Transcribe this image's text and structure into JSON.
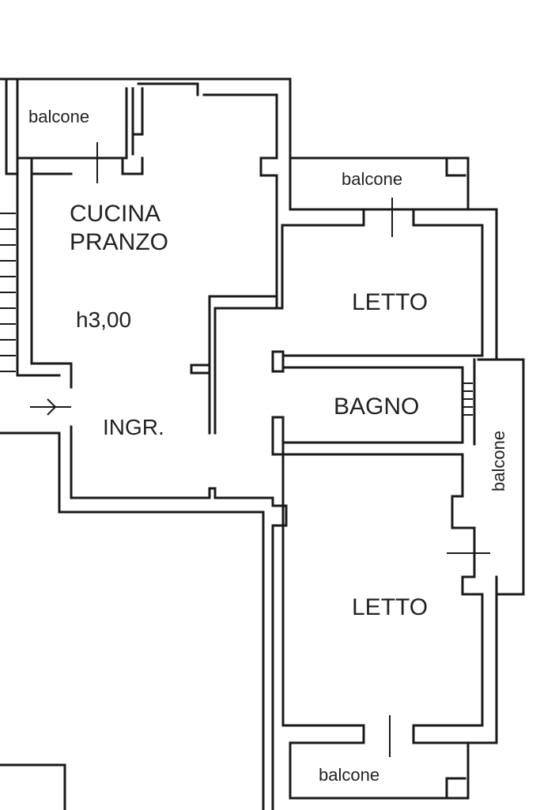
{
  "rooms": {
    "balcone_top_left": "balcone",
    "cucina_line1": "CUCINA",
    "cucina_line2": "PRANZO",
    "height": "h3,00",
    "ingresso": "INGR.",
    "balcone_top_right": "balcone",
    "letto_upper": "LETTO",
    "bagno": "BAGNO",
    "balcone_right": "balcone",
    "letto_lower": "LETTO",
    "balcone_bottom": "balcone"
  }
}
